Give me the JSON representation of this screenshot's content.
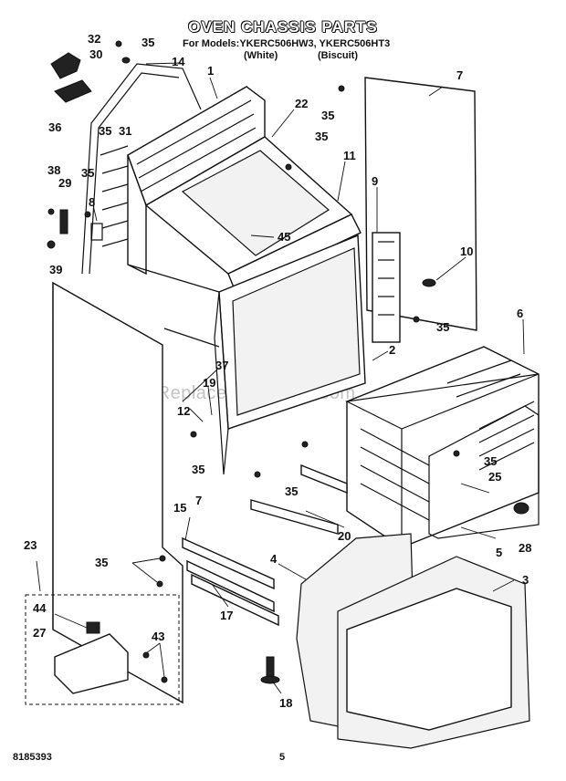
{
  "header": {
    "title": "OVEN CHASSIS PARTS",
    "models": "For Models:YKERC506HW3, YKERC506HT3",
    "variant_left": "(White)",
    "variant_right": "(Biscuit)"
  },
  "callouts": {
    "c1": "1",
    "c2": "2",
    "c3": "3",
    "c4": "4",
    "c5": "5",
    "c6": "6",
    "c7a": "7",
    "c7b": "7",
    "c8": "8",
    "c9": "9",
    "c10": "10",
    "c11": "11",
    "c12": "12",
    "c14": "14",
    "c15": "15",
    "c17": "17",
    "c18": "18",
    "c19": "19",
    "c20": "20",
    "c22": "22",
    "c23": "23",
    "c25": "25",
    "c27": "27",
    "c28": "28",
    "c29": "29",
    "c30": "30",
    "c31": "31",
    "c32": "32",
    "c35a": "35",
    "c35b": "35",
    "c35c": "35",
    "c35d": "35",
    "c35e": "35",
    "c35f": "35",
    "c35g": "35",
    "c35h": "35",
    "c35i": "35",
    "c36": "36",
    "c37": "37",
    "c38": "38",
    "c39": "39",
    "c43": "43",
    "c44": "44",
    "c45": "45"
  },
  "footer": {
    "doc_number": "8185393",
    "page": "5"
  },
  "watermark": "eReplacementParts.com"
}
